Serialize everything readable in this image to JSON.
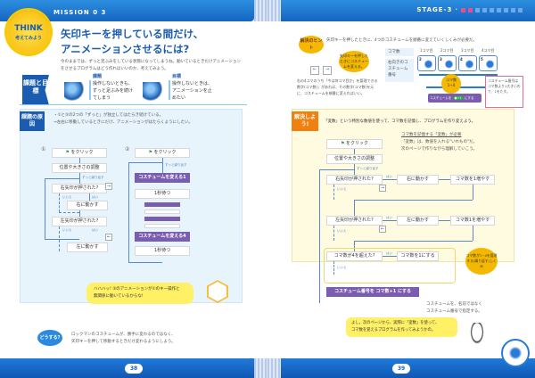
{
  "left_page": {
    "mission": "MISSION 0 3",
    "think_badge": {
      "main": "THINK",
      "sub": "考えてみよう"
    },
    "title_line1": "矢印キーを押している間だけ、",
    "title_line2": "アニメーションさせるには?",
    "intro_line1": "今のままでは、ずっと足ぶみをしている状態になってしまうね。動いているときだけアニメーション",
    "intro_line2": "をさせるプログラムはどう作ればいいのか、考えてみよう。",
    "problem_goal_tag": "課題と目標",
    "problem": {
      "label": "課題",
      "line1": "操作しないときも、",
      "line2": "ずっと足ぶみを続け",
      "line3": "てしまう"
    },
    "goal": {
      "label": "目標",
      "line1": "操作しないときは、",
      "line2": "アニメーションを止",
      "line3": "めたい"
    },
    "cause_tag": "課題の原因",
    "cause_line1": "・①と②の2つの「ずっと」が独立してはたらき続けている。",
    "cause_line2": "→左右に移動しているときにだけ、アニメーションがはたらくようにしたい。",
    "flow1": {
      "num": "①",
      "start": "をクリック",
      "setup": "位置や大きさの調整",
      "loop": "ずっと繰り返す",
      "cond_right": "右矢印が押された?",
      "no": "いいえ",
      "yes": "はい",
      "move_right": "右に動かす",
      "cond_left": "左矢印が押された?",
      "move_left": "左に動かす"
    },
    "flow2": {
      "num": "②",
      "start": "をクリック",
      "loop": "ずっと繰り返す",
      "costume1": "コスチュームを変える1",
      "wait1": "1秒待つ",
      "costume4": "コスチュームを変える4",
      "wait2": "1秒待つ"
    },
    "speech_line1": "ハハハッ! ②のアニメーションが①のキー操作と",
    "speech_line2": "無関係に動いているからな!",
    "how_badge": "どうする?",
    "how_line1": "ロックマンのコスチュームが、勝手に変わるのではなく、",
    "how_line2": "矢印キーを押して移動するときだけ変わるようにしよう。",
    "page_number": "38"
  },
  "right_page": {
    "stage": "STAGE-3",
    "stage_progress": {
      "completed": 2,
      "total": 9
    },
    "hint_badge": "解決のヒント",
    "hint_text": "矢印キーを押したときに、4つのコスチュームを順番に変えていくしくみが必要だ。",
    "keys_bubble": "矢印キーを押したときにコスチュームを変える。",
    "keys": [
      "←",
      "→"
    ],
    "keys_desc_line1": "右の4コマのうち「今は何コマ目か」を管理できる",
    "keys_desc_line2": "数字(コマ数)」があれば、その数字(コマ数)を元",
    "keys_desc_line3": "に、コスチュームを順番に変えればいい。",
    "table_row1": "コマ数",
    "table_row2": "右向きのコスチューム番号",
    "frames": [
      {
        "label": "1コマ目",
        "costume": "2"
      },
      {
        "label": "2コマ目",
        "costume": "3"
      },
      {
        "label": "3コマ目",
        "costume": "4"
      },
      {
        "label": "4コマ目",
        "costume": "5"
      }
    ],
    "frame_bubble_line1": "コマ数",
    "frame_bubble_line2": "1~4",
    "costume_block": {
      "prefix": "コスチュームを",
      "a": "",
      "op": "+",
      "b": "1",
      "suffix": "にする"
    },
    "pink_note": "コスチューム番号はコマ数より1大きいので、1をたす。",
    "solve_tag": "解決しよう!",
    "solve_text": "「変数」という特別な数値を使って、コマ数を記憶し、プログラムを作り変えよう。",
    "var_note_line1": "コマ数を記憶する「変数」が必要",
    "var_note_line2": "「変数」は、数値を入れる\"いれもの\"だ。",
    "var_note_line3": "次のページで作りながら理解していこう。",
    "flow": {
      "start": "をクリック",
      "setup": "位置や大きさの調整",
      "loop": "ずっと繰り返す",
      "cond_right": "右矢印が押された?",
      "yes": "はい",
      "no": "いいえ",
      "move_right": "右に動かす",
      "inc_right": "コマ数を1増やす",
      "cond_left": "左矢印が押された?",
      "move_left": "左に動かす",
      "inc_left": "コマ数1を増やす",
      "cond_over": "コマ数が4を超えた?",
      "reset": "コマ数を1にする",
      "set_costume": "コスチューム番号を  コマ数+1  にする"
    },
    "loop_bubble": "コマ数が1~4を管理する(繰り返す)しくみ",
    "costume_note_line1": "コスチュームを、名前ではなく",
    "costume_note_line2": "コスチューム番号で指定する。",
    "speech_line1": "よし。次のページから、実際に「変数」を使って、",
    "speech_line2": "コマ数を覚えるプログラムを作ってみようかの。",
    "page_number": "39"
  },
  "colors": {
    "header_blue": "#1565c0",
    "badge_yellow": "#f5b800",
    "block_purple": "#7a5cb0",
    "accent_orange": "#f08010",
    "progress_on": "#e8508a"
  }
}
